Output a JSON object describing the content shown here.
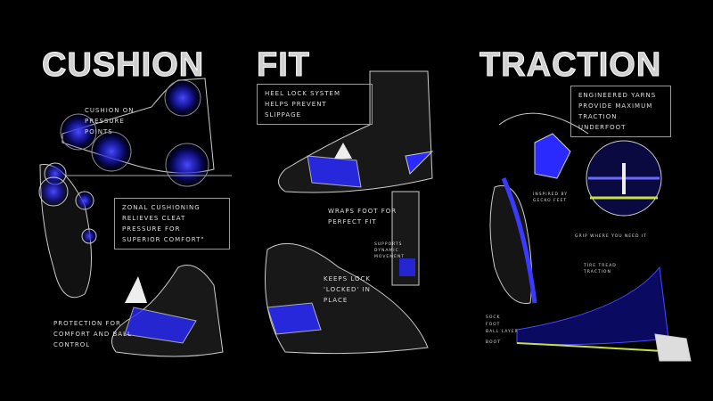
{
  "panels": [
    {
      "title": "CUSHION",
      "notes": [
        "Cushion on pressure points",
        "Zonal cushioning relieves cleat pressure for superior comfort\"",
        "Protection for comfort and ball control"
      ]
    },
    {
      "title": "FIT",
      "notes": [
        "Heel lock system helps prevent slippage",
        "Wraps foot for perfect fit",
        "Keeps lock 'locked' in place",
        "Supports dynamic movement"
      ]
    },
    {
      "title": "TRACTION",
      "notes": [
        "Engineered yarns provide maximum traction underfoot",
        "Inspired by gecko feet",
        "Grip where you need it",
        "Tire tread traction"
      ],
      "layers": [
        "Sock",
        "Foot",
        "Ball layer",
        "Boot"
      ]
    }
  ],
  "colors": {
    "background": "#000000",
    "accent_blue": "#2a2aff",
    "accent_yellow": "#c8e040",
    "line": "#e0e0e0"
  }
}
